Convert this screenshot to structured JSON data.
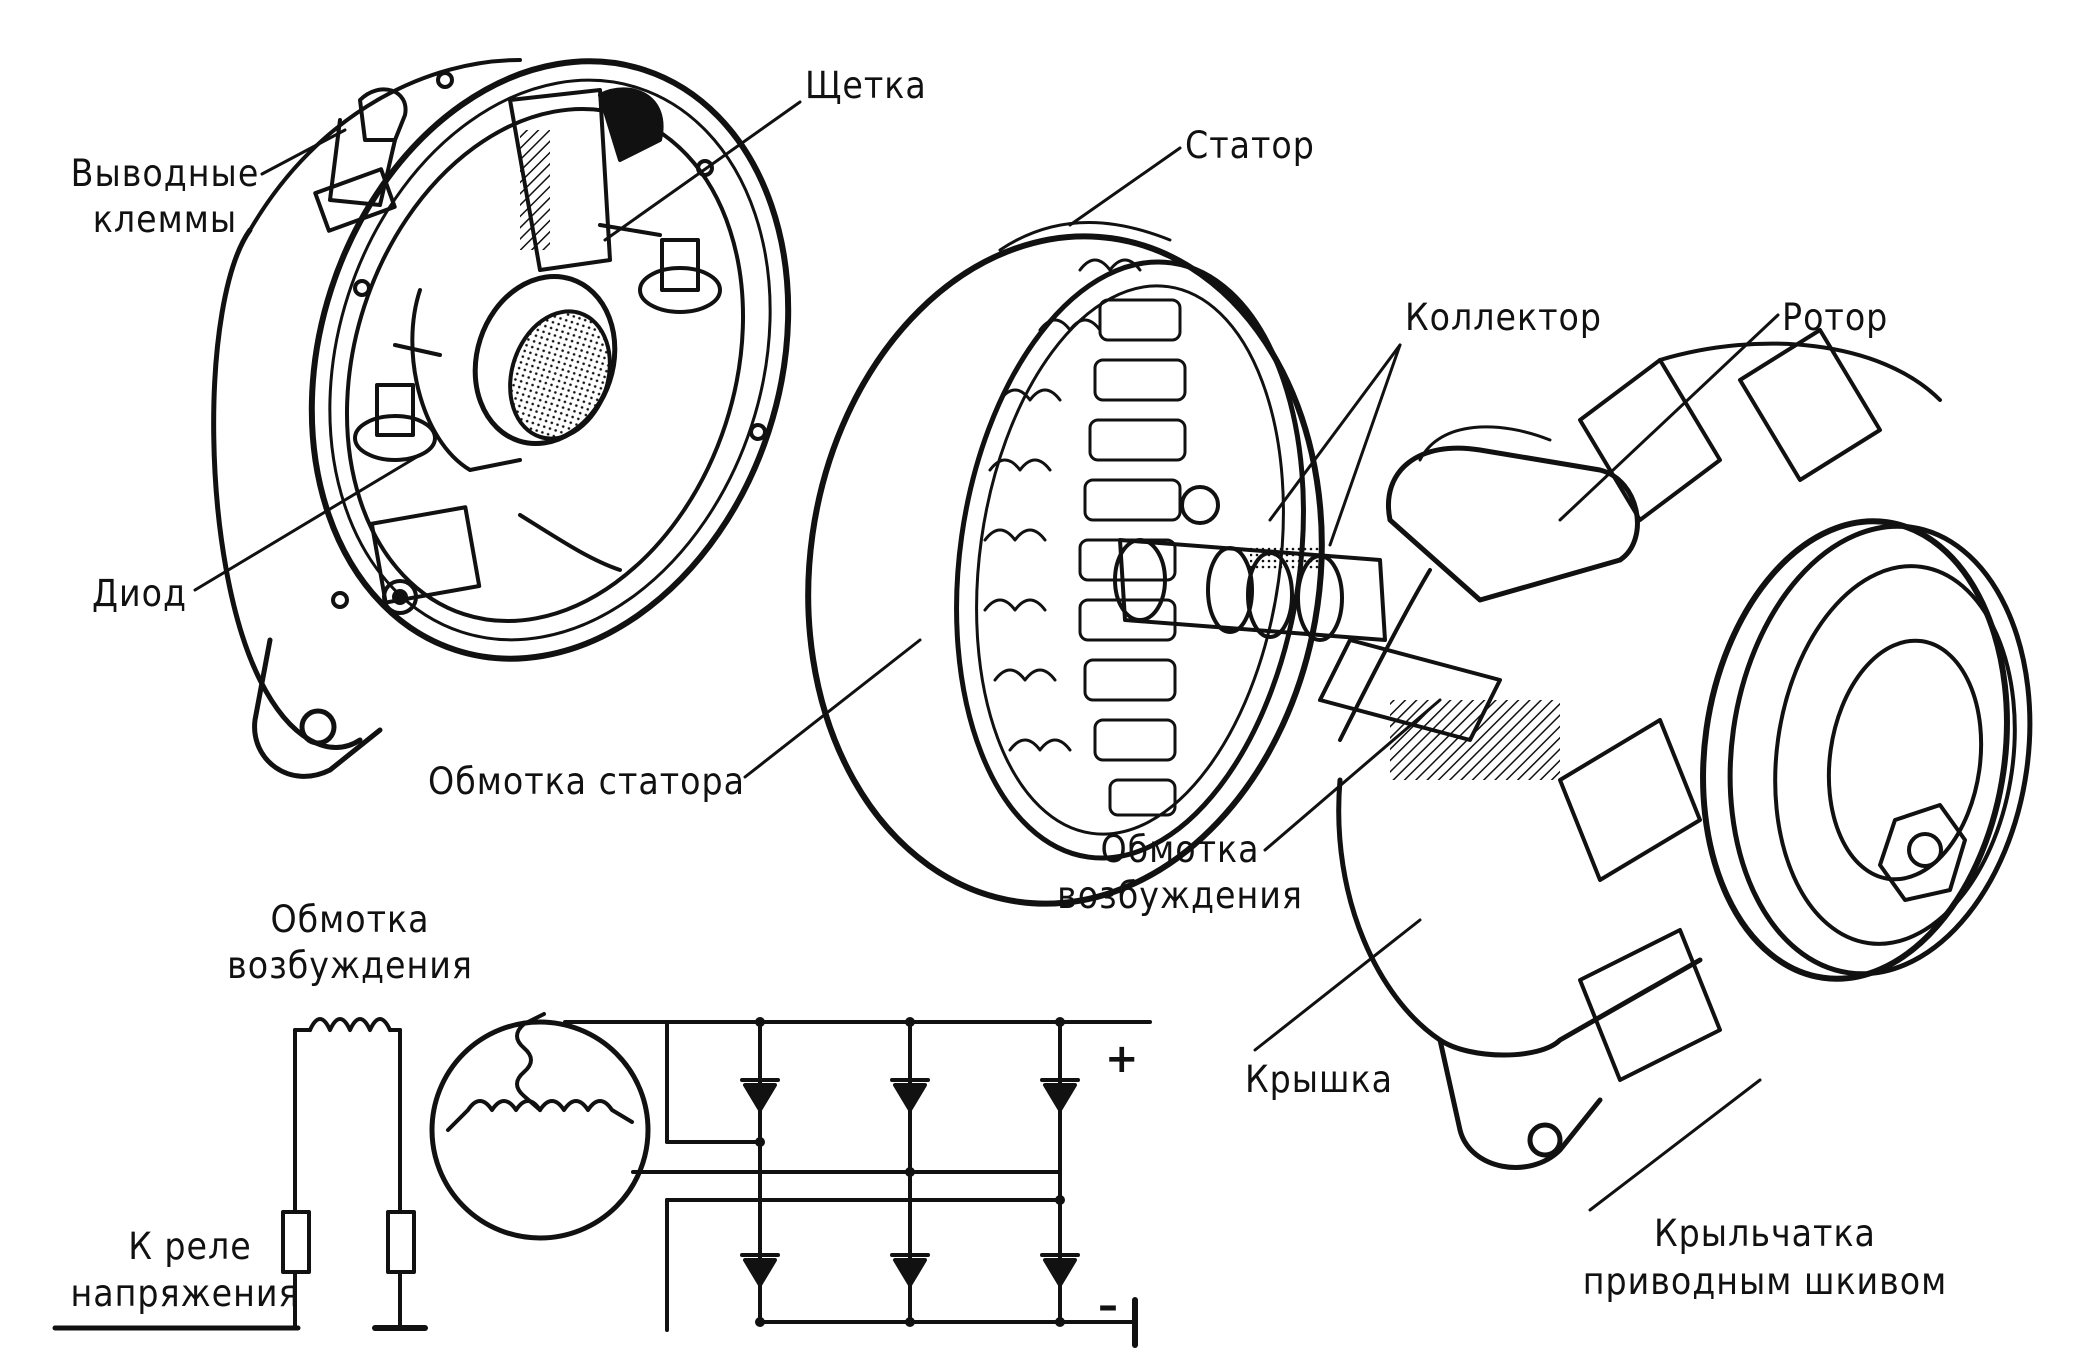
{
  "labels": {
    "output_terminals_1": "Выводные",
    "output_terminals_2": "клеммы",
    "brush": "Щетка",
    "stator": "Статор",
    "collector": "Коллектор",
    "rotor": "Ротор",
    "diode": "Диод",
    "stator_winding": "Обмотка статора",
    "field_winding_1": "Обмотка",
    "field_winding_2": "возбуждения",
    "cover": "Крышка",
    "fan_1": "Крыльчатка",
    "fan_2": "приводным шкивом",
    "schematic_field_1": "Обмотка",
    "schematic_field_2": "возбуждения",
    "relay_1": "К реле",
    "relay_2": "напряжения",
    "plus": "+",
    "minus": "–"
  },
  "colors": {
    "ink": "#111111",
    "paper": "#ffffff"
  }
}
